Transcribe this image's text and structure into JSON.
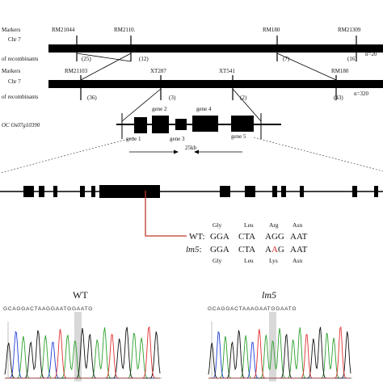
{
  "map1": {
    "row_label_markers": "Markers",
    "row_label_chr": "Chr 7",
    "row_label_recomb": "of recombinants",
    "markers": [
      "RM21044",
      "RM2110.",
      "RM180",
      "RM21309"
    ],
    "recombinants": [
      "(25)",
      "(12)",
      "(7)",
      "(16)"
    ],
    "n": "n=20"
  },
  "map2": {
    "row_label_markers": "Markers",
    "row_label_chr": "Chr 7",
    "row_label_recomb": "of recombinants",
    "markers": [
      "RM21103",
      "XT287",
      "XT541",
      "RM180"
    ],
    "recombinants": [
      "(36)",
      "(3)",
      "(2)",
      "(43)"
    ],
    "n": "n=320"
  },
  "genes": {
    "locus_label": "OC Os07g10390",
    "labels": [
      "gene 1",
      "gene 2",
      "gene 3",
      "gene 4",
      "gene 5"
    ],
    "span": "25kb"
  },
  "alignment": {
    "wt_aa": [
      "Gly",
      "Leu",
      "Arg",
      "Asn"
    ],
    "wt_label": "WT:",
    "wt_codons": [
      "GGA",
      "CTA",
      "AGG",
      "AAT"
    ],
    "mut_label_italic": "lm5",
    "mut_label_colon": ":",
    "mut_codon_prefix": [
      "GGA",
      "CTA"
    ],
    "mut_codon3": {
      "pre": "A",
      "mut": "A",
      "post": "G"
    },
    "mut_codon_last": "AAT",
    "mut_aa": [
      "Gly",
      "Leu",
      "Lys",
      "Asn"
    ],
    "mutation_color": "#d62828",
    "line_color": "#c0392b"
  },
  "chromatograms": {
    "wt_title": "WT",
    "mut_title": "lm5",
    "wt_bases": "GCAGGACTAAGGAATGGAATG",
    "mut_bases": "GCAGGACTAAAGAATGGAATG",
    "highlight_color": "#d8d8d8",
    "trace_colors": [
      "#2ca02c",
      "#1f3fd6",
      "#111111",
      "#e03030"
    ]
  }
}
